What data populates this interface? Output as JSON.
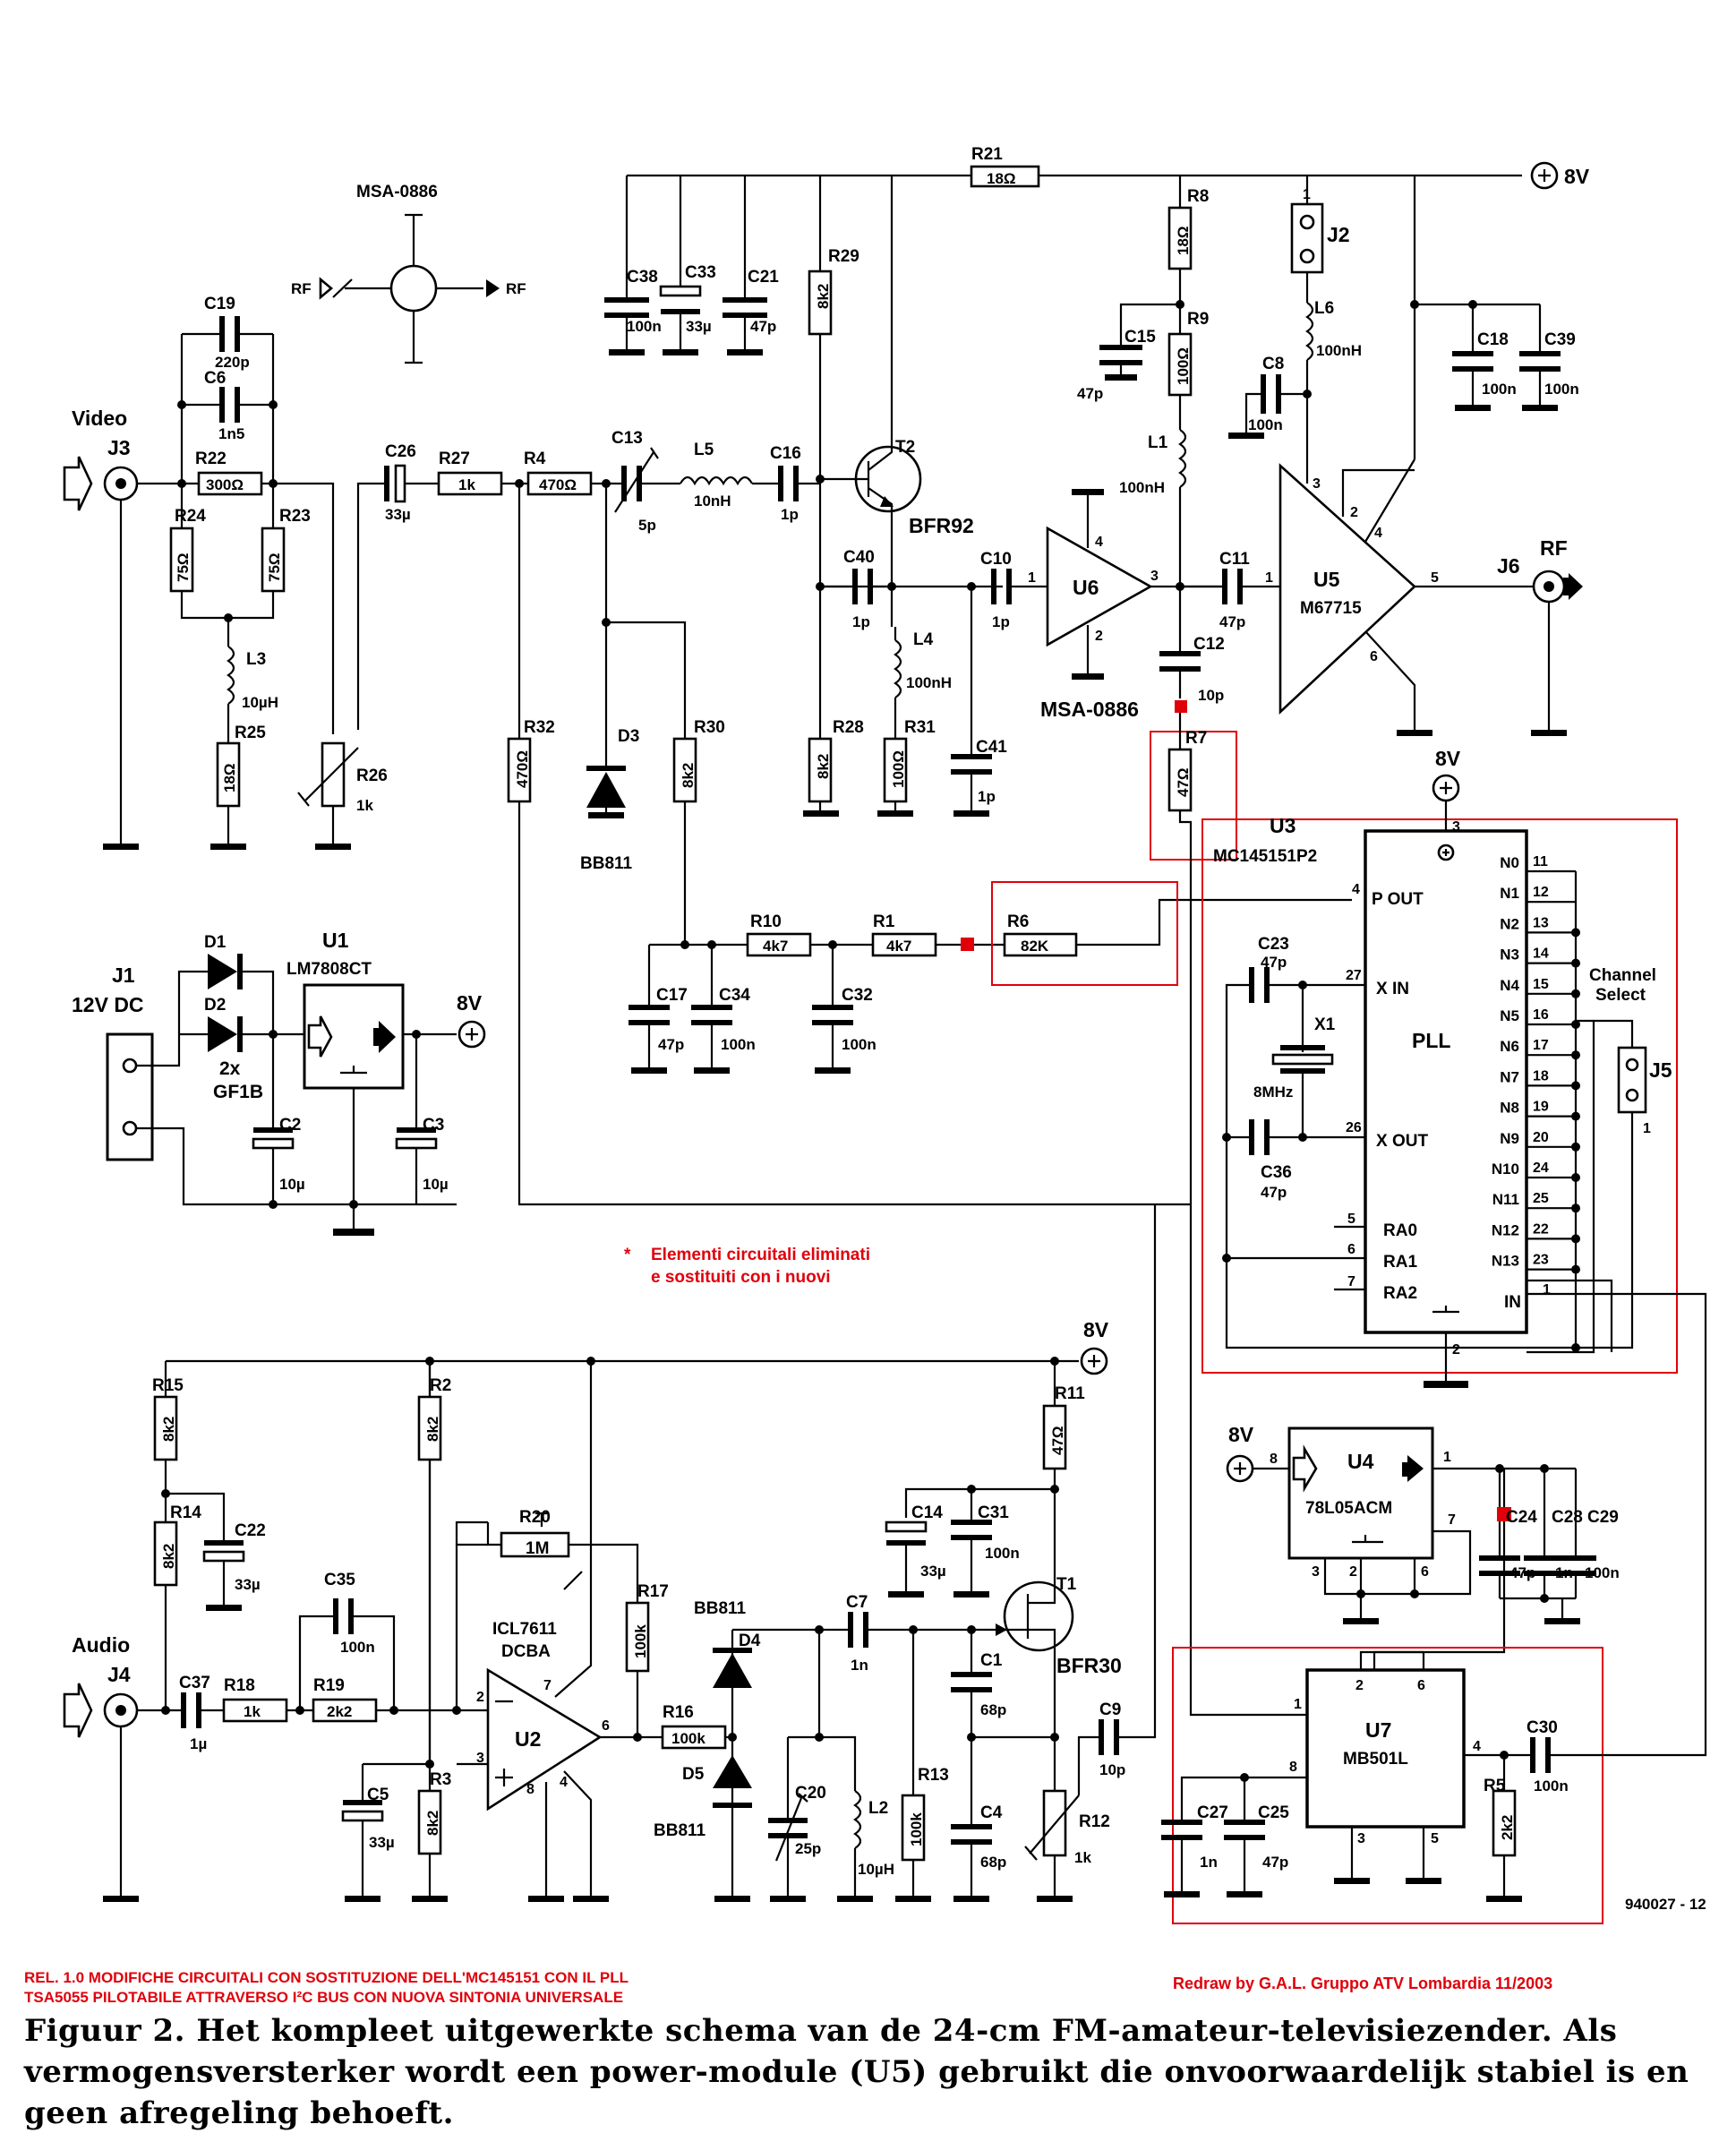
{
  "labels": {
    "msa_top": "MSA-0886",
    "rf_in": "RF",
    "rf_out": "RF",
    "video": "Video",
    "j3": "J3",
    "audio": "Audio",
    "j4": "J4",
    "c19": "C19",
    "c19v": "220p",
    "c6": "C6",
    "c6v": "1n5",
    "r22": "R22",
    "r22v": "300Ω",
    "r24": "R24",
    "r24v": "75Ω",
    "r23": "R23",
    "r23v": "75Ω",
    "l3": "L3",
    "l3v": "10µH",
    "r25": "R25",
    "r25v": "18Ω",
    "r26": "R26",
    "r26v": "1k",
    "c26": "C26",
    "c26v": "33µ",
    "r27": "R27",
    "r27v": "1k",
    "r4": "R4",
    "r4v": "470Ω",
    "c13": "C13",
    "c13v": "5p",
    "l5": "L5",
    "l5v": "10nH",
    "c16": "C16",
    "c16v": "1p",
    "t2": "T2",
    "t2v": "BFR92",
    "r21": "R21",
    "r21v": "18Ω",
    "c38": "C38",
    "c38v": "100n",
    "c33": "C33",
    "c33v": "33µ",
    "c21": "C21",
    "c21v": "47p",
    "r29": "R29",
    "r29v": "8k2",
    "c40": "C40",
    "c40v": "1p",
    "c10": "C10",
    "c10v": "1p",
    "l4": "L4",
    "l4v": "100nH",
    "r28": "R28",
    "r28v": "8k2",
    "r31": "R31",
    "r31v": "100Ω",
    "c41": "C41",
    "c41v": "1p",
    "u6": "U6",
    "u6v": "MSA-0886",
    "r8": "R8",
    "r8v": "18Ω",
    "r9": "R9",
    "r9v": "100Ω",
    "c15": "C15",
    "c15v": "47p",
    "l1": "L1",
    "l1v": "100nH",
    "c11": "C11",
    "c11v": "47p",
    "c12": "C12",
    "c12v": "10p",
    "r7": "R7",
    "r7v": "47Ω",
    "j2": "J2",
    "l6": "L6",
    "l6v": "100nH",
    "c8": "C8",
    "c8v": "100n",
    "c18": "C18",
    "c18v": "100n",
    "c39": "C39",
    "c39v": "100n",
    "u5": "U5",
    "u5v": "M67715",
    "j6": "J6",
    "rf_j6": "RF",
    "pwr8v_top": "8V",
    "r32": "R32",
    "r32v": "470Ω",
    "d3": "D3",
    "d3v": "BB811",
    "r30": "R30",
    "r30v": "8k2",
    "r10": "R10",
    "r10v": "4k7",
    "r1": "R1",
    "r1v": "4k7",
    "r6": "R6",
    "r6v": "82K",
    "c17": "C17",
    "c17v": "47p",
    "c34": "C34",
    "c34v": "100n",
    "c32": "C32",
    "c32v": "100n",
    "u3": "U3",
    "u3v": "MC145151P2",
    "pll": "PLL",
    "pout": "P OUT",
    "xin": "X IN",
    "xout": "X OUT",
    "ra0": "RA0",
    "ra1": "RA1",
    "ra2": "RA2",
    "in": "IN",
    "c23": "C23",
    "c23v": "47p",
    "x1": "X1",
    "x1v": "8MHz",
    "c36": "C36",
    "c36v": "47p",
    "channel_select": "Channel",
    "channel_select2": "Select",
    "j5": "J5",
    "pll_8v": "8V",
    "j1": "J1",
    "j1v": "12V DC",
    "d1": "D1",
    "d2": "D2",
    "d2v": "2x",
    "d2v2": "GF1B",
    "u1": "U1",
    "u1v": "LM7808CT",
    "c2": "C2",
    "c2v": "10µ",
    "c3": "C3",
    "c3v": "10µ",
    "u1_8v": "8V",
    "note_star": "*",
    "note1": "Elementi circuitali eliminati",
    "note2": "e sostituiti con i nuovi",
    "audio_8v": "8V",
    "r15": "R15",
    "r15v": "8k2",
    "r14": "R14",
    "r14v": "8k2",
    "c22": "C22",
    "c22v": "33µ",
    "r2": "R2",
    "r2v": "8k2",
    "r20": "R20",
    "r20v": "1M",
    "u2t": "ICL7611",
    "u2t2": "DCBA",
    "r17": "R17",
    "r17v": "100k",
    "c35": "C35",
    "c35v": "100n",
    "c37": "C37",
    "c37v": "1µ",
    "r18": "R18",
    "r18v": "1k",
    "r19": "R19",
    "r19v": "2k2",
    "u2": "U2",
    "c5": "C5",
    "c5v": "33µ",
    "r3": "R3",
    "r3v": "8k2",
    "r16": "R16",
    "r16v": "100k",
    "d4t": "BB811",
    "d4": "D4",
    "d5": "D5",
    "d5v": "BB811",
    "c7": "C7",
    "c7v": "1n",
    "c20": "C20",
    "c20v": "25p",
    "l2": "L2",
    "l2v": "10µH",
    "r13": "R13",
    "r13v": "100k",
    "c14": "C14",
    "c14v": "33µ",
    "c31": "C31",
    "c31v": "100n",
    "r11": "R11",
    "r11v": "47Ω",
    "t1": "T1",
    "t1v": "BFR30",
    "c1": "C1",
    "c1v": "68p",
    "c4": "C4",
    "c4v": "68p",
    "r12": "R12",
    "r12v": "1k",
    "c9": "C9",
    "c9v": "10p",
    "u4_8v": "8V",
    "u4": "U4",
    "u4v": "78L05ACM",
    "c24": "C24",
    "c24v": "47p",
    "c28": "C28",
    "c28v": "1n",
    "c29": "C29",
    "c29v": "100n",
    "u7": "U7",
    "u7v": "MB501L",
    "c30": "C30",
    "c30v": "100n",
    "r5": "R5",
    "r5v": "2k2",
    "c27": "C27",
    "c27v": "1n",
    "c25": "C25",
    "c25v": "47p",
    "ref": "940027 - 12"
  },
  "pll_pins": {
    "left": [
      "N0",
      "N1",
      "N2",
      "N3",
      "N4",
      "N5",
      "N6",
      "N7",
      "N8",
      "N9",
      "N10",
      "N11",
      "N12",
      "N13"
    ],
    "nums": [
      "11",
      "12",
      "13",
      "14",
      "15",
      "16",
      "17",
      "18",
      "19",
      "20",
      "24",
      "25",
      "22",
      "23"
    ]
  },
  "footer": {
    "rev1": "REL. 1.0  MODIFICHE CIRCUITALI CON SOSTITUZIONE DELL'MC145151 CON IL PLL",
    "rev2": "TSA5055 PILOTABILE ATTRAVERSO I²C  BUS CON NUOVA SINTONIA UNIVERSALE",
    "credit": "Redraw by G.A.L.  Gruppo ATV Lombardia   11/2003",
    "caption": "Figuur 2. Het kompleet uitgewerkte schema van de 24-cm FM-amateur-televisiezender. Als vermogensversterker wordt een power-module (U5) gebruikt die onvoorwaardelijk stabiel is en geen afregeling behoeft."
  },
  "colors": {
    "ink": "#000000",
    "highlight": "#e0000a",
    "paper": "#ffffff"
  }
}
